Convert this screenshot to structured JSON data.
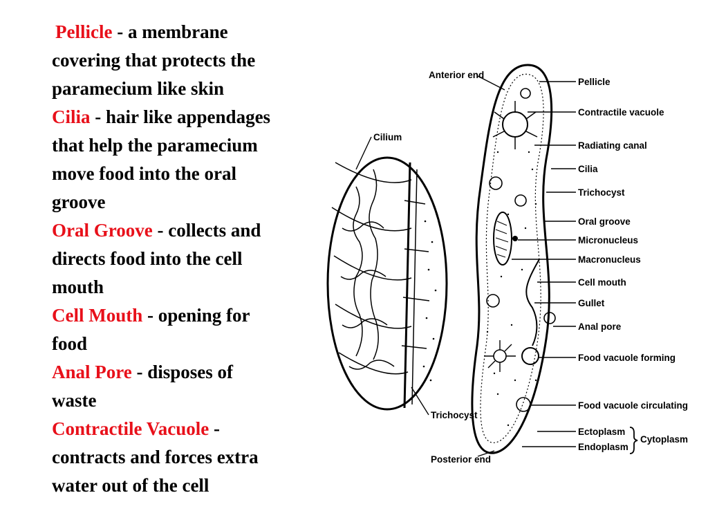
{
  "definitions": [
    {
      "term": "Pellicle",
      "desc": " - a membrane",
      "lines": [
        "covering that protects the",
        "paramecium like skin"
      ]
    },
    {
      "term": "Cilia",
      "desc": " - hair like appendages",
      "lines": [
        "that help the paramecium",
        "move food into the oral",
        "groove"
      ]
    },
    {
      "term": "Oral Groove",
      "desc": " - collects and",
      "lines": [
        "directs food into the cell",
        "mouth"
      ]
    },
    {
      "term": "Cell Mouth",
      "desc": " - opening for",
      "lines": [
        "food"
      ]
    },
    {
      "term": "Anal Pore",
      "desc": " - disposes of",
      "lines": [
        "waste"
      ]
    },
    {
      "term": "Contractile Vacuole",
      "desc": " -",
      "lines": [
        "contracts and forces extra",
        "water out of the cell"
      ]
    }
  ],
  "diagram": {
    "anterior_end": "Anterior end",
    "posterior_end": "Posterior end",
    "cilium": "Cilium",
    "trichocyst_detail": "Trichocyst",
    "labels": {
      "pellicle": "Pellicle",
      "contractile_vacuole": "Contractile vacuole",
      "radiating_canal": "Radiating canal",
      "cilia": "Cilia",
      "trichocyst": "Trichocyst",
      "oral_groove": "Oral groove",
      "micronucleus": "Micronucleus",
      "macronucleus": "Macronucleus",
      "cell_mouth": "Cell mouth",
      "gullet": "Gullet",
      "anal_pore": "Anal pore",
      "food_vacuole_forming": "Food vacuole forming",
      "food_vacuole_circulating": "Food vacuole circulating",
      "ectoplasm": "Ectoplasm",
      "endoplasm": "Endoplasm",
      "cytoplasm": "Cytoplasm"
    }
  },
  "colors": {
    "term": "#e8101a",
    "text": "#000000",
    "background": "#ffffff"
  }
}
